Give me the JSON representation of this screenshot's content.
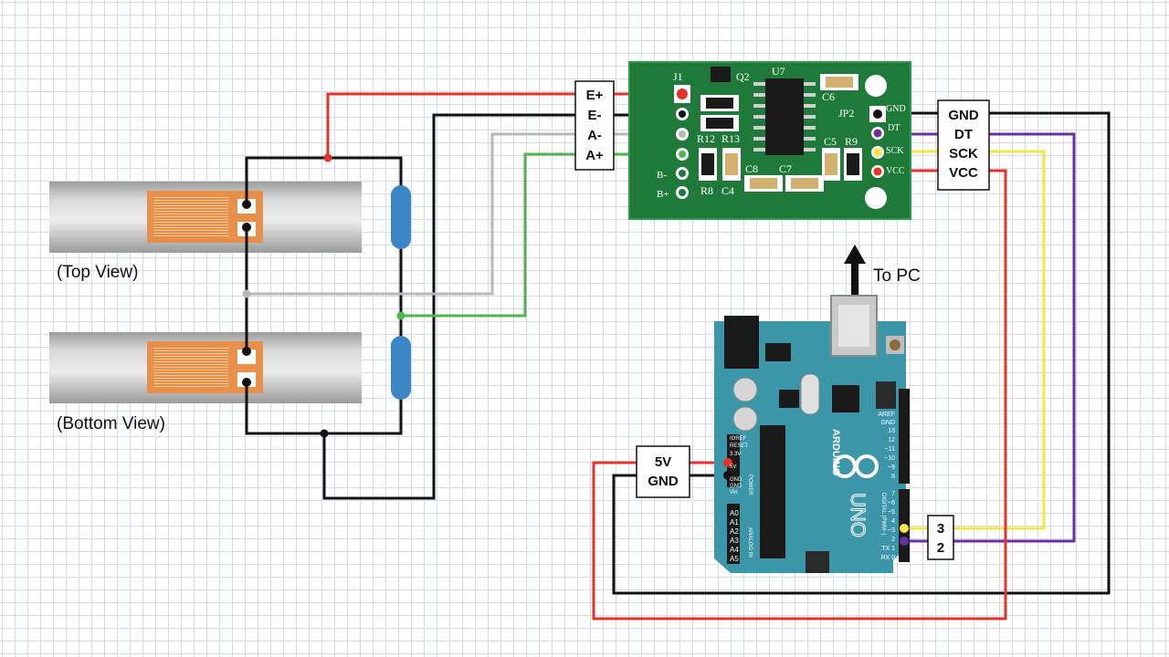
{
  "labels": {
    "top_view": "(Top View)",
    "bottom_view": "(Bottom View)",
    "to_pc": "To PC"
  },
  "hx711": {
    "left_pins": [
      "E+",
      "E-",
      "A-",
      "A+"
    ],
    "right_pins": [
      "GND",
      "DT",
      "SCK",
      "VCC"
    ],
    "silk_left": [
      "J1",
      "Q2",
      "U7",
      "C6",
      "R12",
      "R13",
      "R8",
      "C4",
      "C8",
      "C7",
      "C5",
      "R9",
      "B-",
      "B+"
    ],
    "silk_right": [
      "JP2",
      "GND",
      "DT",
      "SCK",
      "VCC"
    ]
  },
  "arduino": {
    "name": "ARDUINO",
    "model": "UNO",
    "power_pins": [
      "5V",
      "GND"
    ],
    "digital_pins": [
      "3",
      "2"
    ],
    "header_power": [
      "IOREF",
      "RESET",
      "3.3V",
      "5V",
      "GND",
      "GND",
      "Vin"
    ],
    "header_analog": [
      "A0",
      "A1",
      "A2",
      "A3",
      "A4",
      "A5"
    ],
    "header_digital_top": [
      "AREF",
      "GND",
      "13",
      "12",
      "~11",
      "~10",
      "~9",
      "8"
    ],
    "header_digital_bottom": [
      "7",
      "~6",
      "~5",
      "4",
      "~3",
      "2",
      "TX 1",
      "RX 0"
    ],
    "section_power": "POWER",
    "section_analog": "ANALOG IN",
    "section_digital": "DIGITAL (PWM~)"
  },
  "colors": {
    "red": "#e8302a",
    "black": "#111111",
    "gray": "#b8b8b8",
    "green": "#4fb54f",
    "purple": "#6a2fa0",
    "yellow": "#f5e642",
    "board_green": "#1f7a3a",
    "arduino_teal": "#3a96a8",
    "strain_gauge": "#e8904a",
    "bar_gray": "#c8c8c8",
    "resistor_blue": "#3c86c6"
  }
}
